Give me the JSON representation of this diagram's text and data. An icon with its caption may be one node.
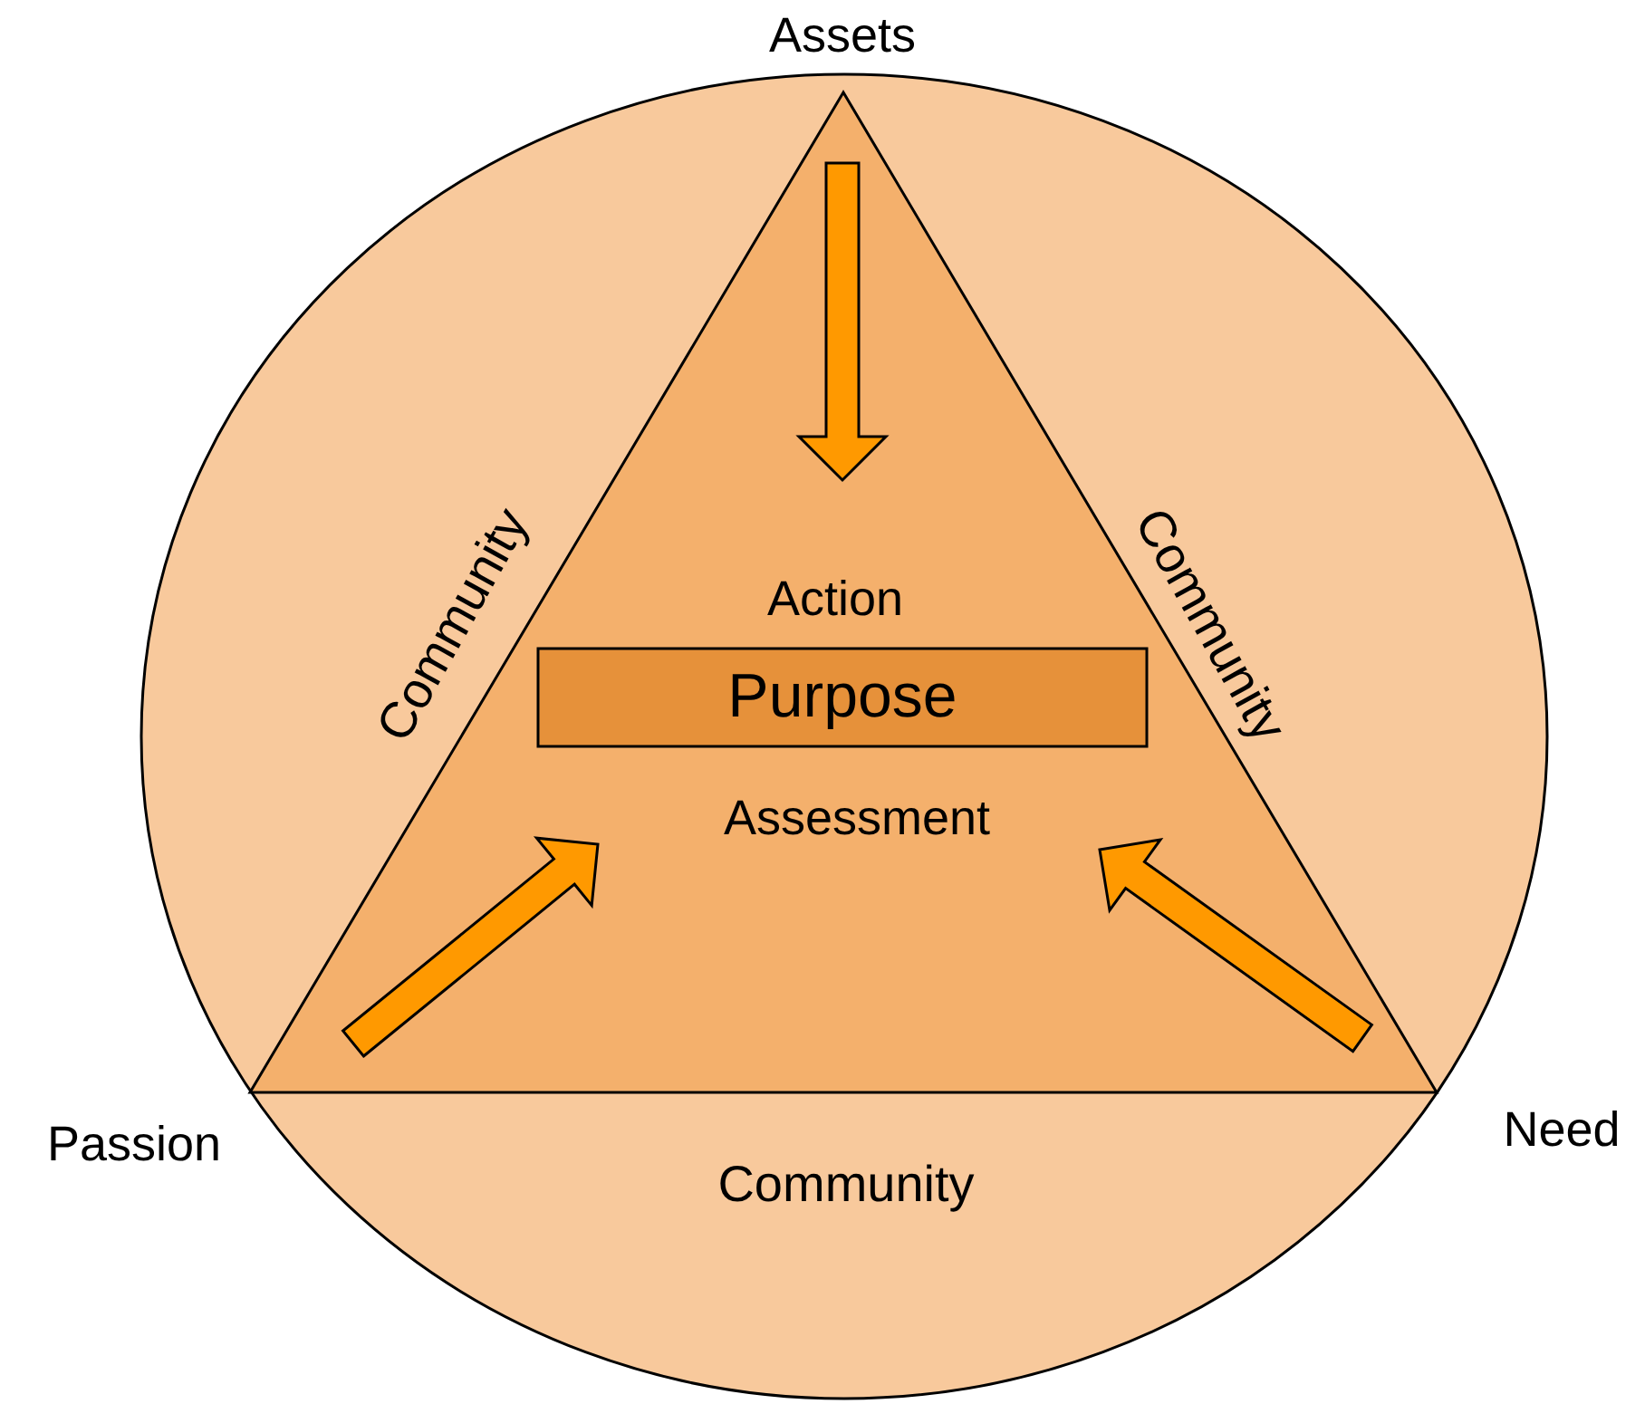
{
  "diagram": {
    "nodes": [
      {
        "text": [
          "Community",
          "Community",
          "Community"
        ]
      },
      {
        "text": [
          "Action",
          "Assessment"
        ],
        "in": 0
      },
      {
        "text": [
          "Purpose"
        ],
        "in": 1
      }
    ],
    "labels": [
      "Assets",
      "Passion",
      "Need"
    ]
  }
}
